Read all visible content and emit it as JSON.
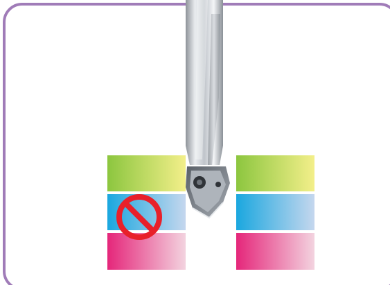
{
  "colors": {
    "frame_border": "#a07cb8",
    "background": "#ffffff",
    "layer_top": [
      "#8cc63f",
      "#f3ef8a"
    ],
    "layer_middle": [
      "#1aa7df",
      "#c5d7ee"
    ],
    "layer_bottom": [
      "#e5267a",
      "#f3d3df"
    ],
    "prohibit_sign": "#e8202a",
    "drill_body": "#c9cdd3"
  },
  "icons": {
    "prohibit": "no-entry-icon",
    "tool": "drill-icon"
  },
  "stacks": [
    {
      "id": "left",
      "prohibited": true,
      "layers": [
        "top",
        "middle",
        "bottom"
      ]
    },
    {
      "id": "right",
      "prohibited": false,
      "layers": [
        "top",
        "middle",
        "bottom"
      ]
    }
  ]
}
